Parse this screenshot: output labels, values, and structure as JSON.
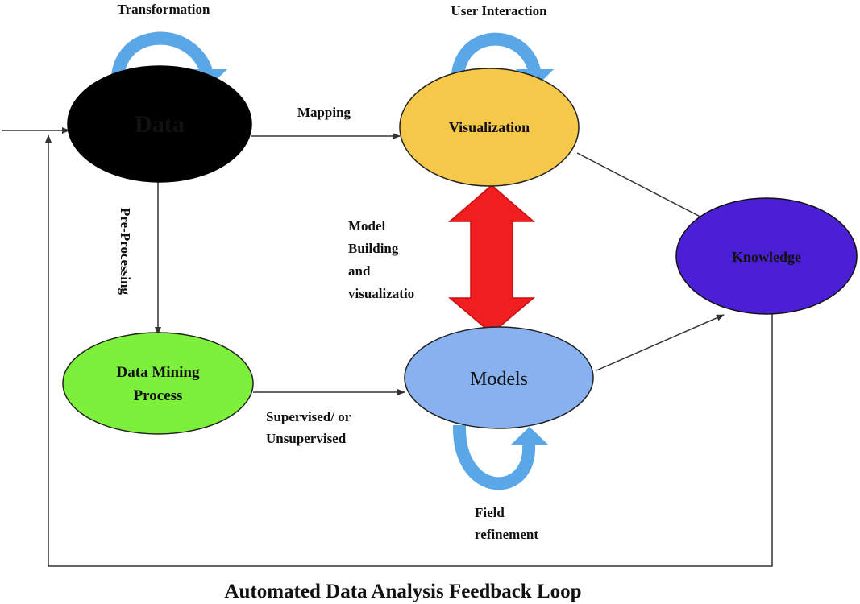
{
  "nodes": {
    "data": {
      "label": "Data",
      "fill": "#000000",
      "text_color": "#ffffff"
    },
    "visualization": {
      "label": "Visualization",
      "fill": "#f5c84a",
      "text_color": "#111111"
    },
    "knowledge": {
      "label": "Knowledge",
      "fill": "#4b1fd6",
      "text_color": "#f5e43a"
    },
    "data_mining": {
      "label_line1": "Data Mining",
      "label_line2": "Process",
      "fill": "#7cf03a",
      "text_color": "#111111"
    },
    "models": {
      "label": "Models",
      "fill": "#87b2ef",
      "text_color": "#111111"
    }
  },
  "edges": {
    "transformation": "Transformation",
    "user_interaction": "User Interaction",
    "mapping": "Mapping",
    "pre_processing": "Pre-Processing",
    "model_building_line1": "Model",
    "model_building_line2": "Building",
    "model_building_line3": "and",
    "model_building_line4": "visualizatio",
    "supervised_line1": "Supervised/ or",
    "supervised_line2": "Unsupervised",
    "field_refinement_line1": "Field",
    "field_refinement_line2": "refinement"
  },
  "footer": {
    "title": "Automated Data Analysis Feedback Loop"
  },
  "colors": {
    "loop_arrow": "#5aa7e8",
    "double_arrow": "#f01e1e",
    "line": "#333333"
  }
}
